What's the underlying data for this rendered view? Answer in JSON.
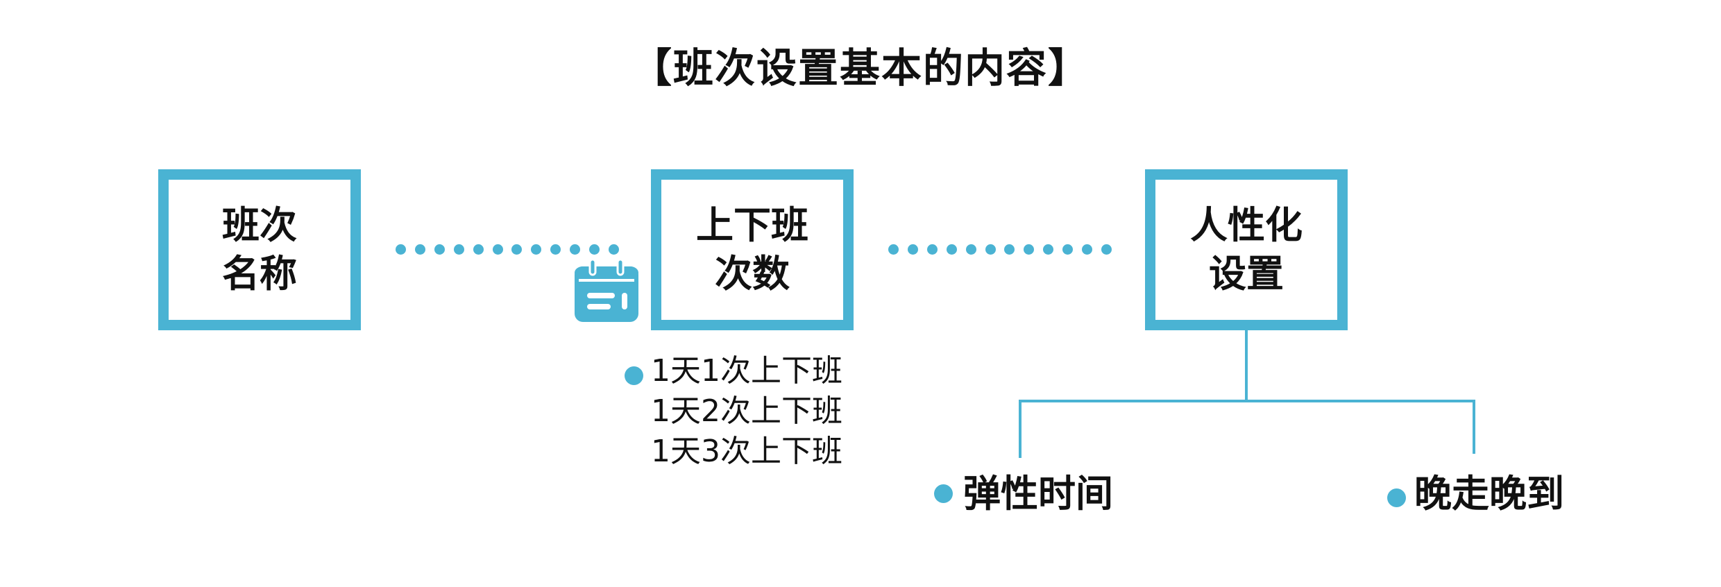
{
  "title": "【班次设置基本的内容】",
  "boxes": [
    {
      "label": "班次\n名称"
    },
    {
      "label": "上下班\n次数"
    },
    {
      "label": "人性化\n设置"
    }
  ],
  "shift_count_options": [
    "1天1次上下班",
    "1天2次上下班",
    "1天3次上下班"
  ],
  "personalization_items": [
    "弹性时间",
    "晚走晚到"
  ],
  "icons": {
    "calendar": "calendar-icon"
  },
  "colors": {
    "accent": "#4ab3d3",
    "text": "#111111",
    "background": "#ffffff"
  }
}
